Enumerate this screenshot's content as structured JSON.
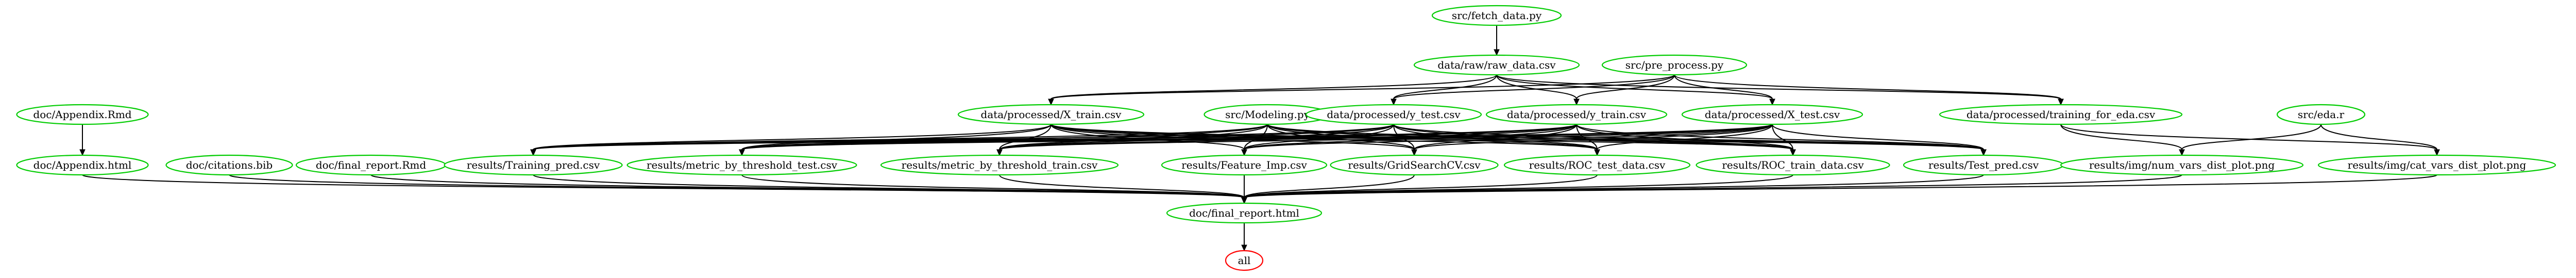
{
  "diagram": {
    "colors": {
      "target": "#00cc00",
      "final": "#ff0000",
      "edge": "#000000",
      "text": "#000000"
    },
    "nodes": [
      {
        "id": "fetch",
        "label": "src/fetch_data.py",
        "status": "target"
      },
      {
        "id": "raw",
        "label": "data/raw/raw_data.csv",
        "status": "target"
      },
      {
        "id": "pre",
        "label": "src/pre_process.py",
        "status": "target"
      },
      {
        "id": "apprmd",
        "label": "doc/Appendix.Rmd",
        "status": "target"
      },
      {
        "id": "xtrain",
        "label": "data/processed/X_train.csv",
        "status": "target"
      },
      {
        "id": "modeling",
        "label": "src/Modeling.py",
        "status": "target"
      },
      {
        "id": "ytest",
        "label": "data/processed/y_test.csv",
        "status": "target"
      },
      {
        "id": "ytrain",
        "label": "data/processed/y_train.csv",
        "status": "target"
      },
      {
        "id": "xtest",
        "label": "data/processed/X_test.csv",
        "status": "target"
      },
      {
        "id": "traineda",
        "label": "data/processed/training_for_eda.csv",
        "status": "target"
      },
      {
        "id": "eda",
        "label": "src/eda.r",
        "status": "target"
      },
      {
        "id": "apphtml",
        "label": "doc/Appendix.html",
        "status": "target"
      },
      {
        "id": "bib",
        "label": "doc/citations.bib",
        "status": "target"
      },
      {
        "id": "rmd",
        "label": "doc/final_report.Rmd",
        "status": "target"
      },
      {
        "id": "trainpred",
        "label": "results/Training_pred.csv",
        "status": "target"
      },
      {
        "id": "mbttest",
        "label": "results/metric_by_threshold_test.csv",
        "status": "target"
      },
      {
        "id": "mbttrain",
        "label": "results/metric_by_threshold_train.csv",
        "status": "target"
      },
      {
        "id": "featimp",
        "label": "results/Feature_Imp.csv",
        "status": "target"
      },
      {
        "id": "gridcv",
        "label": "results/GridSearchCV.csv",
        "status": "target"
      },
      {
        "id": "roctest",
        "label": "results/ROC_test_data.csv",
        "status": "target"
      },
      {
        "id": "roctrain",
        "label": "results/ROC_train_data.csv",
        "status": "target"
      },
      {
        "id": "testpred",
        "label": "results/Test_pred.csv",
        "status": "target"
      },
      {
        "id": "numplot",
        "label": "results/img/num_vars_dist_plot.png",
        "status": "target"
      },
      {
        "id": "catplot",
        "label": "results/img/cat_vars_dist_plot.png",
        "status": "target"
      },
      {
        "id": "final",
        "label": "doc/final_report.html",
        "status": "target"
      },
      {
        "id": "all",
        "label": "all",
        "status": "final"
      }
    ],
    "edges": [
      [
        "fetch",
        "raw"
      ],
      [
        "raw",
        "xtrain"
      ],
      [
        "raw",
        "ytest"
      ],
      [
        "raw",
        "ytrain"
      ],
      [
        "raw",
        "xtest"
      ],
      [
        "raw",
        "traineda"
      ],
      [
        "pre",
        "xtrain"
      ],
      [
        "pre",
        "ytest"
      ],
      [
        "pre",
        "ytrain"
      ],
      [
        "pre",
        "xtest"
      ],
      [
        "pre",
        "traineda"
      ],
      [
        "apprmd",
        "apphtml"
      ],
      [
        "xtrain",
        "trainpred"
      ],
      [
        "xtrain",
        "mbttest"
      ],
      [
        "xtrain",
        "mbttrain"
      ],
      [
        "xtrain",
        "featimp"
      ],
      [
        "xtrain",
        "gridcv"
      ],
      [
        "xtrain",
        "roctest"
      ],
      [
        "xtrain",
        "roctrain"
      ],
      [
        "xtrain",
        "testpred"
      ],
      [
        "modeling",
        "trainpred"
      ],
      [
        "modeling",
        "mbttest"
      ],
      [
        "modeling",
        "mbttrain"
      ],
      [
        "modeling",
        "featimp"
      ],
      [
        "modeling",
        "gridcv"
      ],
      [
        "modeling",
        "roctest"
      ],
      [
        "modeling",
        "roctrain"
      ],
      [
        "modeling",
        "testpred"
      ],
      [
        "ytest",
        "trainpred"
      ],
      [
        "ytest",
        "mbttest"
      ],
      [
        "ytest",
        "mbttrain"
      ],
      [
        "ytest",
        "featimp"
      ],
      [
        "ytest",
        "gridcv"
      ],
      [
        "ytest",
        "roctest"
      ],
      [
        "ytest",
        "roctrain"
      ],
      [
        "ytest",
        "testpred"
      ],
      [
        "ytrain",
        "trainpred"
      ],
      [
        "ytrain",
        "mbttest"
      ],
      [
        "ytrain",
        "mbttrain"
      ],
      [
        "ytrain",
        "featimp"
      ],
      [
        "ytrain",
        "gridcv"
      ],
      [
        "ytrain",
        "roctest"
      ],
      [
        "ytrain",
        "roctrain"
      ],
      [
        "ytrain",
        "testpred"
      ],
      [
        "xtest",
        "trainpred"
      ],
      [
        "xtest",
        "mbttest"
      ],
      [
        "xtest",
        "mbttrain"
      ],
      [
        "xtest",
        "featimp"
      ],
      [
        "xtest",
        "gridcv"
      ],
      [
        "xtest",
        "roctest"
      ],
      [
        "xtest",
        "roctrain"
      ],
      [
        "xtest",
        "testpred"
      ],
      [
        "traineda",
        "numplot"
      ],
      [
        "traineda",
        "catplot"
      ],
      [
        "eda",
        "numplot"
      ],
      [
        "eda",
        "catplot"
      ],
      [
        "apphtml",
        "final"
      ],
      [
        "bib",
        "final"
      ],
      [
        "rmd",
        "final"
      ],
      [
        "trainpred",
        "final"
      ],
      [
        "mbttest",
        "final"
      ],
      [
        "mbttrain",
        "final"
      ],
      [
        "featimp",
        "final"
      ],
      [
        "gridcv",
        "final"
      ],
      [
        "roctest",
        "final"
      ],
      [
        "roctrain",
        "final"
      ],
      [
        "testpred",
        "final"
      ],
      [
        "numplot",
        "final"
      ],
      [
        "catplot",
        "final"
      ],
      [
        "final",
        "all"
      ]
    ]
  }
}
